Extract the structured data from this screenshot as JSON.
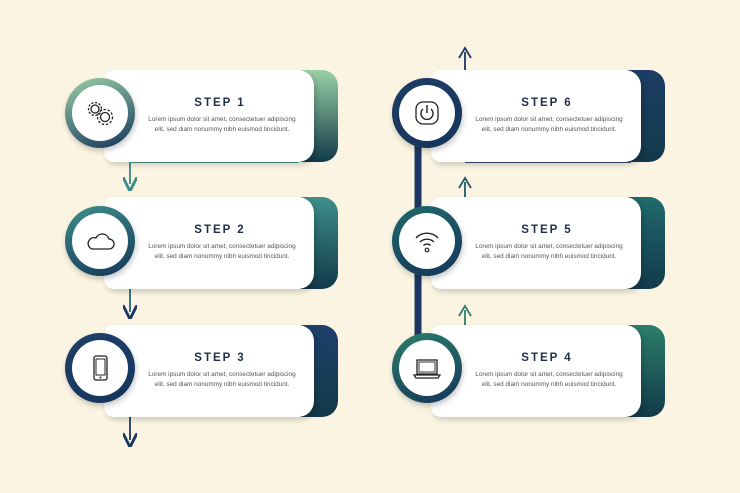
{
  "steps": [
    {
      "title": "STEP 1",
      "icon": "gears-icon",
      "text": "Lorem ipsum dolor sit amet, consectetuer adipiscing elit, sed diam nonummy nibh euismod tincidunt.",
      "color": "#9bd0a6"
    },
    {
      "title": "STEP 2",
      "icon": "cloud-icon",
      "text": "Lorem ipsum dolor sit amet, consectetuer adipiscing elit, sed diam nonummy nibh euismod tincidunt.",
      "color": "#3e8f8a"
    },
    {
      "title": "STEP 3",
      "icon": "mobile-phone-icon",
      "text": "Lorem ipsum dolor sit amet, consectetuer adipiscing elit, sed diam nonummy nibh euismod tincidunt.",
      "color": "#1e3f6b"
    },
    {
      "title": "STEP 4",
      "icon": "laptop-icon",
      "text": "Lorem ipsum dolor sit amet, consectetuer adipiscing elit, sed diam nonummy nibh euismod tincidunt.",
      "color": "#2b7e6a"
    },
    {
      "title": "STEP 5",
      "icon": "wifi-icon",
      "text": "Lorem ipsum dolor sit amet, consectetuer adipiscing elit, sed diam nonummy nibh euismod tincidunt.",
      "color": "#206a6c"
    },
    {
      "title": "STEP 6",
      "icon": "power-button-icon",
      "text": "Lorem ipsum dolor sit amet, consectetuer adipiscing elit, sed diam nonummy nibh euismod tincidunt.",
      "color": "#1d3d66"
    }
  ]
}
